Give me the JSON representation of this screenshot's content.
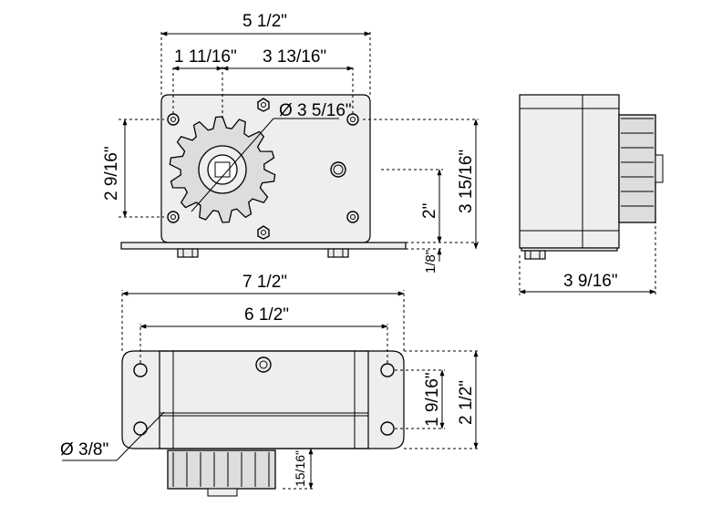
{
  "dimensions": {
    "overall_width_front": "5 1/2\"",
    "hole_offset_left": "1 11/16\"",
    "gear_to_hole": "3 13/16\"",
    "gear_diameter": "Ø 3 5/16\"",
    "height_left": "2 9/16\"",
    "height_two": "2\"",
    "height_right": "3 15/16\"",
    "plate_thickness": "1/8\"",
    "side_depth": "3 9/16\"",
    "base_overall": "7 1/2\"",
    "base_holes": "6 1/2\"",
    "base_hole_dia": "Ø 3/8\"",
    "base_width_inner": "1 9/16\"",
    "base_width": "2 1/2\"",
    "gear_thickness": "15/16\""
  },
  "colors": {
    "line": "#000000",
    "fill": "#eeeeee",
    "gear_fill": "#dddddd"
  },
  "icons": {
    "front_view": "gearbox-front-view",
    "side_view": "gearbox-side-view",
    "top_view": "gearbox-top-view"
  }
}
